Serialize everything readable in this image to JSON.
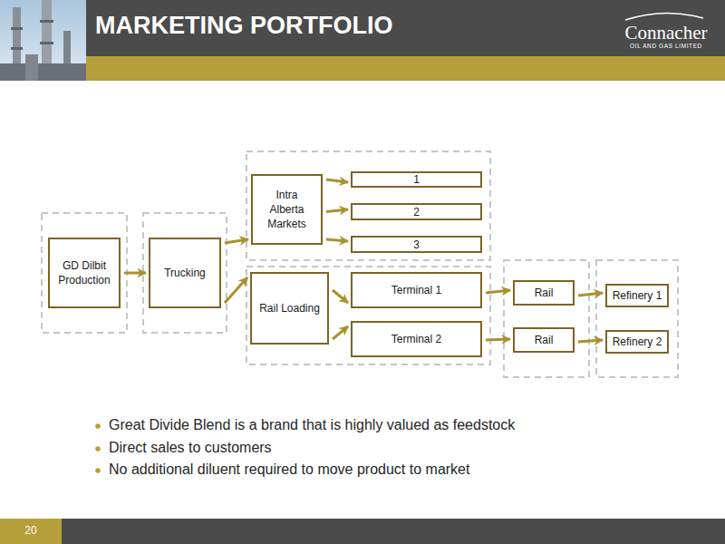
{
  "diagram": {
    "title": "MARKETING PORTFOLIO",
    "nodes": [
      {
        "text": [
          "GD Dilbit Production"
        ]
      },
      {
        "text": [
          "Trucking"
        ]
      },
      {
        "text": [
          "Intra Alberta Markets"
        ]
      },
      {
        "text": [
          "1"
        ]
      },
      {
        "text": [
          "2"
        ]
      },
      {
        "text": [
          "3"
        ]
      },
      {
        "text": [
          "Rail Loading"
        ]
      },
      {
        "text": [
          "Terminal 1"
        ]
      },
      {
        "text": [
          "Terminal 2"
        ]
      },
      {
        "text": [
          "Rail"
        ]
      },
      {
        "text": [
          "Rail"
        ]
      },
      {
        "text": [
          "Refinery 1"
        ]
      },
      {
        "text": [
          "Refinery 2"
        ]
      }
    ],
    "edges": [
      {
        "from": 0,
        "to": 1,
        "arrow": "to"
      },
      {
        "from": 1,
        "to": 2,
        "arrow": "to"
      },
      {
        "from": 1,
        "to": 6,
        "arrow": "to"
      },
      {
        "from": 2,
        "to": 3,
        "arrow": "to"
      },
      {
        "from": 2,
        "to": 4,
        "arrow": "to"
      },
      {
        "from": 2,
        "to": 5,
        "arrow": "to"
      },
      {
        "from": 6,
        "to": 7,
        "arrow": "to"
      },
      {
        "from": 6,
        "to": 8,
        "arrow": "to"
      },
      {
        "from": 7,
        "to": 9,
        "arrow": "to"
      },
      {
        "from": 8,
        "to": 10,
        "arrow": "to"
      },
      {
        "from": 9,
        "to": 11,
        "arrow": "to"
      },
      {
        "from": 10,
        "to": 12,
        "arrow": "to"
      }
    ],
    "labels": [
      "Connacher",
      "OIL AND GAS LIMITED",
      "Great Divide Blend is a brand that is highly valued as feedstock",
      "Direct sales to customers",
      "No additional diluent required to move product to market",
      "20"
    ]
  }
}
